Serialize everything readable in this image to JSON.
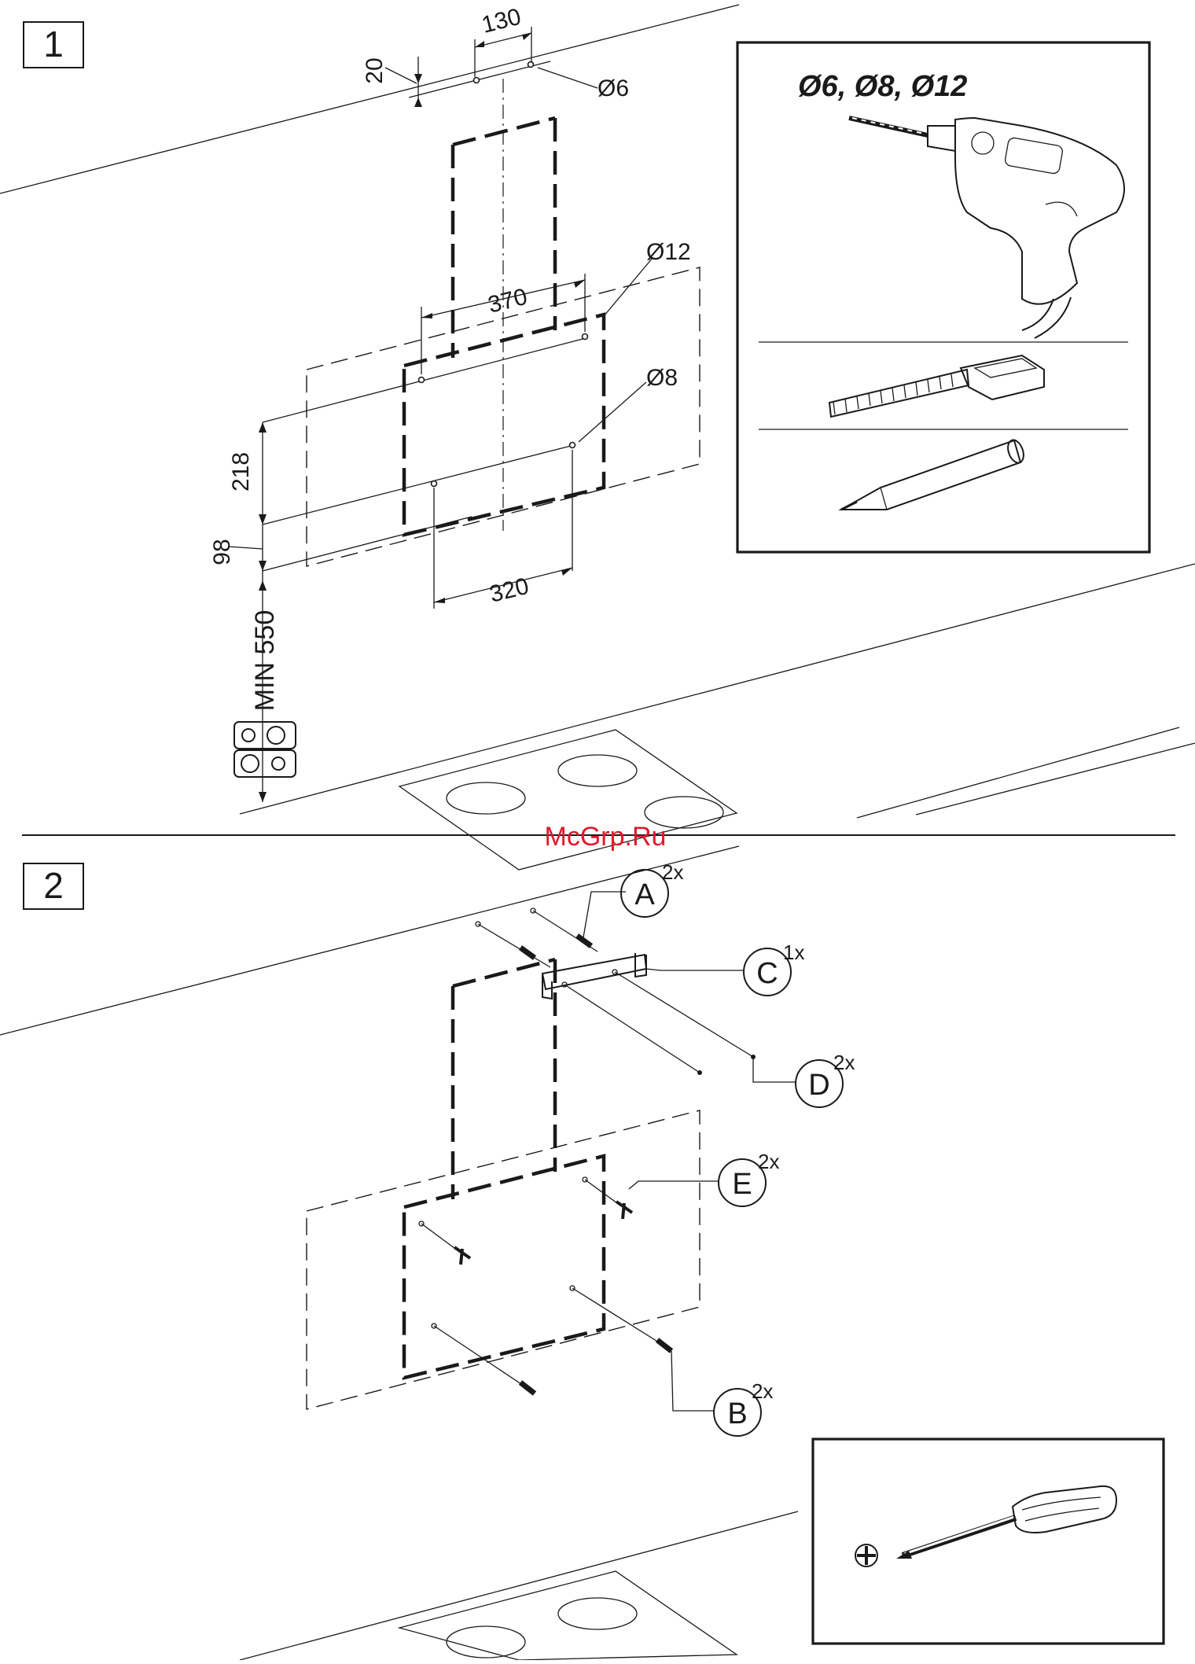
{
  "steps": [
    {
      "number": "1"
    },
    {
      "number": "2"
    }
  ],
  "step1": {
    "dimensions": {
      "d130": "130",
      "d20": "20",
      "hole6": "Ø6",
      "hole12": "Ø12",
      "d370": "370",
      "hole8": "Ø8",
      "d218": "218",
      "d98": "98",
      "d320": "320",
      "min": "MIN 550"
    },
    "tools_panel": {
      "drill_sizes": "Ø6, Ø8, Ø12",
      "tools": [
        {
          "icon": "drill-icon"
        },
        {
          "icon": "tape-measure-icon"
        },
        {
          "icon": "pencil-icon"
        }
      ]
    }
  },
  "watermark": "McGrp.Ru",
  "step2": {
    "parts": [
      {
        "letter": "A",
        "qty": "2x"
      },
      {
        "letter": "C",
        "qty": "1x"
      },
      {
        "letter": "D",
        "qty": "2x"
      },
      {
        "letter": "E",
        "qty": "2x"
      },
      {
        "letter": "B",
        "qty": "2x"
      }
    ],
    "tools_panel": {
      "tools": [
        {
          "icon": "phillips-screwdriver-icon"
        }
      ]
    }
  },
  "colors": {
    "ink": "#1a1a1a",
    "watermark": "#e0192b",
    "background": "#ffffff"
  }
}
